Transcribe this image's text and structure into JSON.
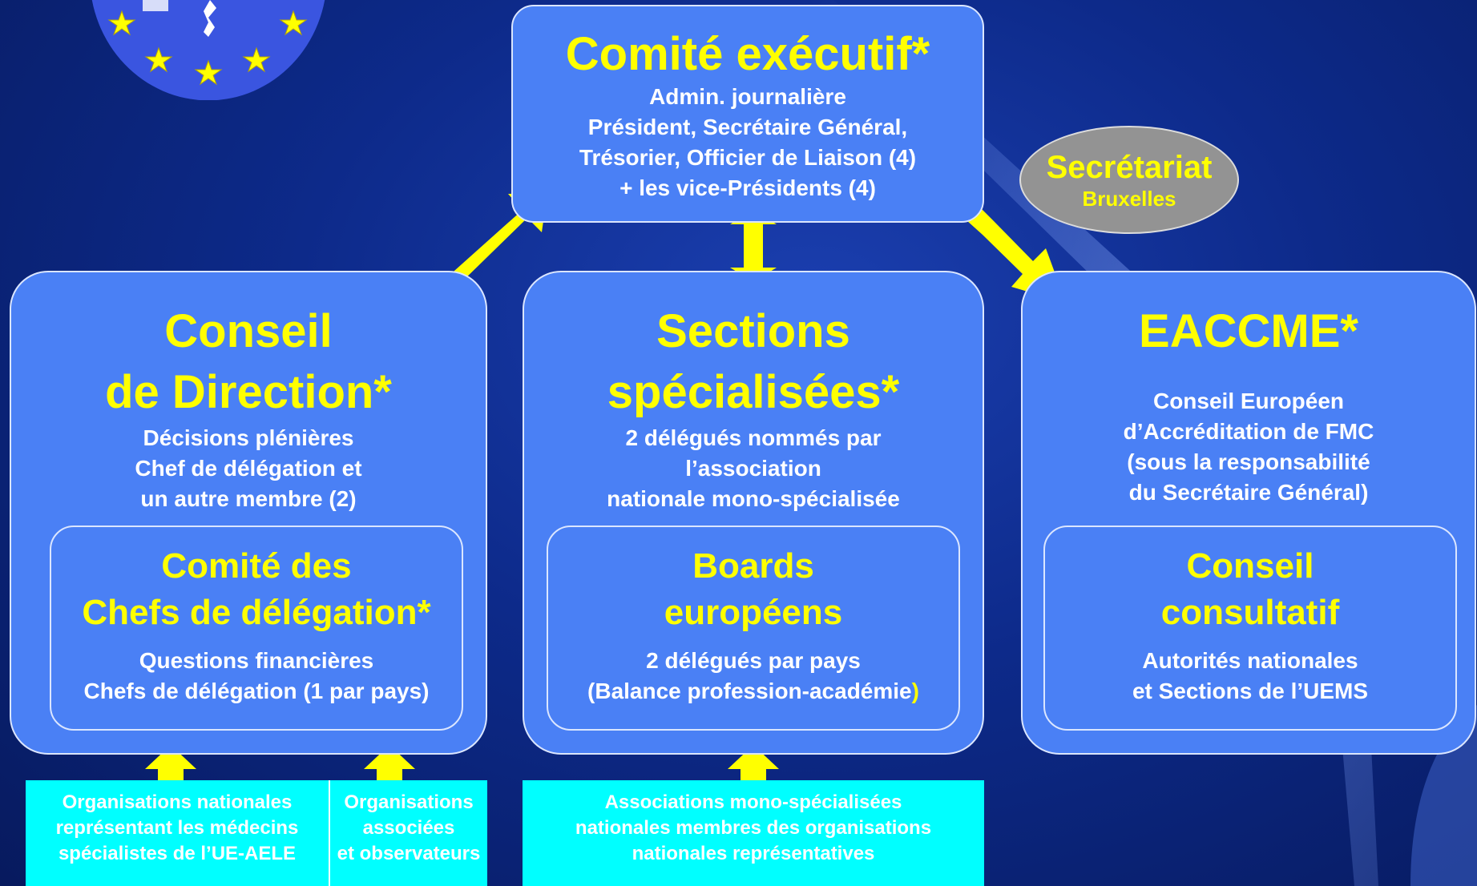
{
  "colors": {
    "background": "#0d2a8a",
    "box_fill": "#4a80f5",
    "box_border": "#dbe6ff",
    "title_text": "#ffff00",
    "body_text": "#ffffff",
    "arrow": "#ffff00",
    "source_box": "#00ffff",
    "secretariat_fill": "#939393"
  },
  "logo": {
    "name": "eu-stars-logo",
    "star_count": 6
  },
  "executive": {
    "title": "Comité exécutif*",
    "lines": [
      "Admin. journalière",
      "Président, Secrétaire Général,",
      "Trésorier, Officier de Liaison (4)",
      "+ les vice-Présidents (4)"
    ]
  },
  "secretariat": {
    "title": "Secrétariat",
    "subtitle": "Bruxelles"
  },
  "conseil": {
    "title_lines": [
      "Conseil",
      "de Direction*"
    ],
    "lines": [
      "Décisions plénières",
      "Chef de délégation et",
      "un autre membre (2)"
    ],
    "inner": {
      "title_lines": [
        "Comité des",
        "Chefs de délégation*"
      ],
      "lines": [
        "Questions financières",
        "Chefs de délégation (1 par pays)"
      ]
    }
  },
  "sections": {
    "title_lines": [
      "Sections",
      "spécialisées*"
    ],
    "lines": [
      "2 délégués nommés par",
      "l’association",
      "nationale mono-spécialisée"
    ],
    "inner": {
      "title_lines": [
        "Boards",
        "européens"
      ],
      "line1": "2 délégués par pays",
      "line2_main": "(Balance profession-académie",
      "line2_end": ")"
    }
  },
  "eaccme": {
    "title": "EACCME*",
    "lines": [
      "Conseil Européen",
      "d’Accréditation de FMC",
      "(sous la responsabilité",
      "du Secrétaire Général)"
    ],
    "inner": {
      "title_lines": [
        "Conseil",
        "consultatif"
      ],
      "lines": [
        "Autorités nationales",
        "et Sections de l’UEMS"
      ]
    }
  },
  "sources": {
    "national_orgs": [
      "Organisations nationales",
      "représentant  les médecins",
      "spécialistes de l’UE-AELE"
    ],
    "associated_orgs": [
      "Organisations",
      "associées",
      "et observateurs"
    ],
    "mono_associations": [
      "Associations mono-spécialisées",
      "nationales membres des organisations",
      "nationales représentatives"
    ]
  }
}
